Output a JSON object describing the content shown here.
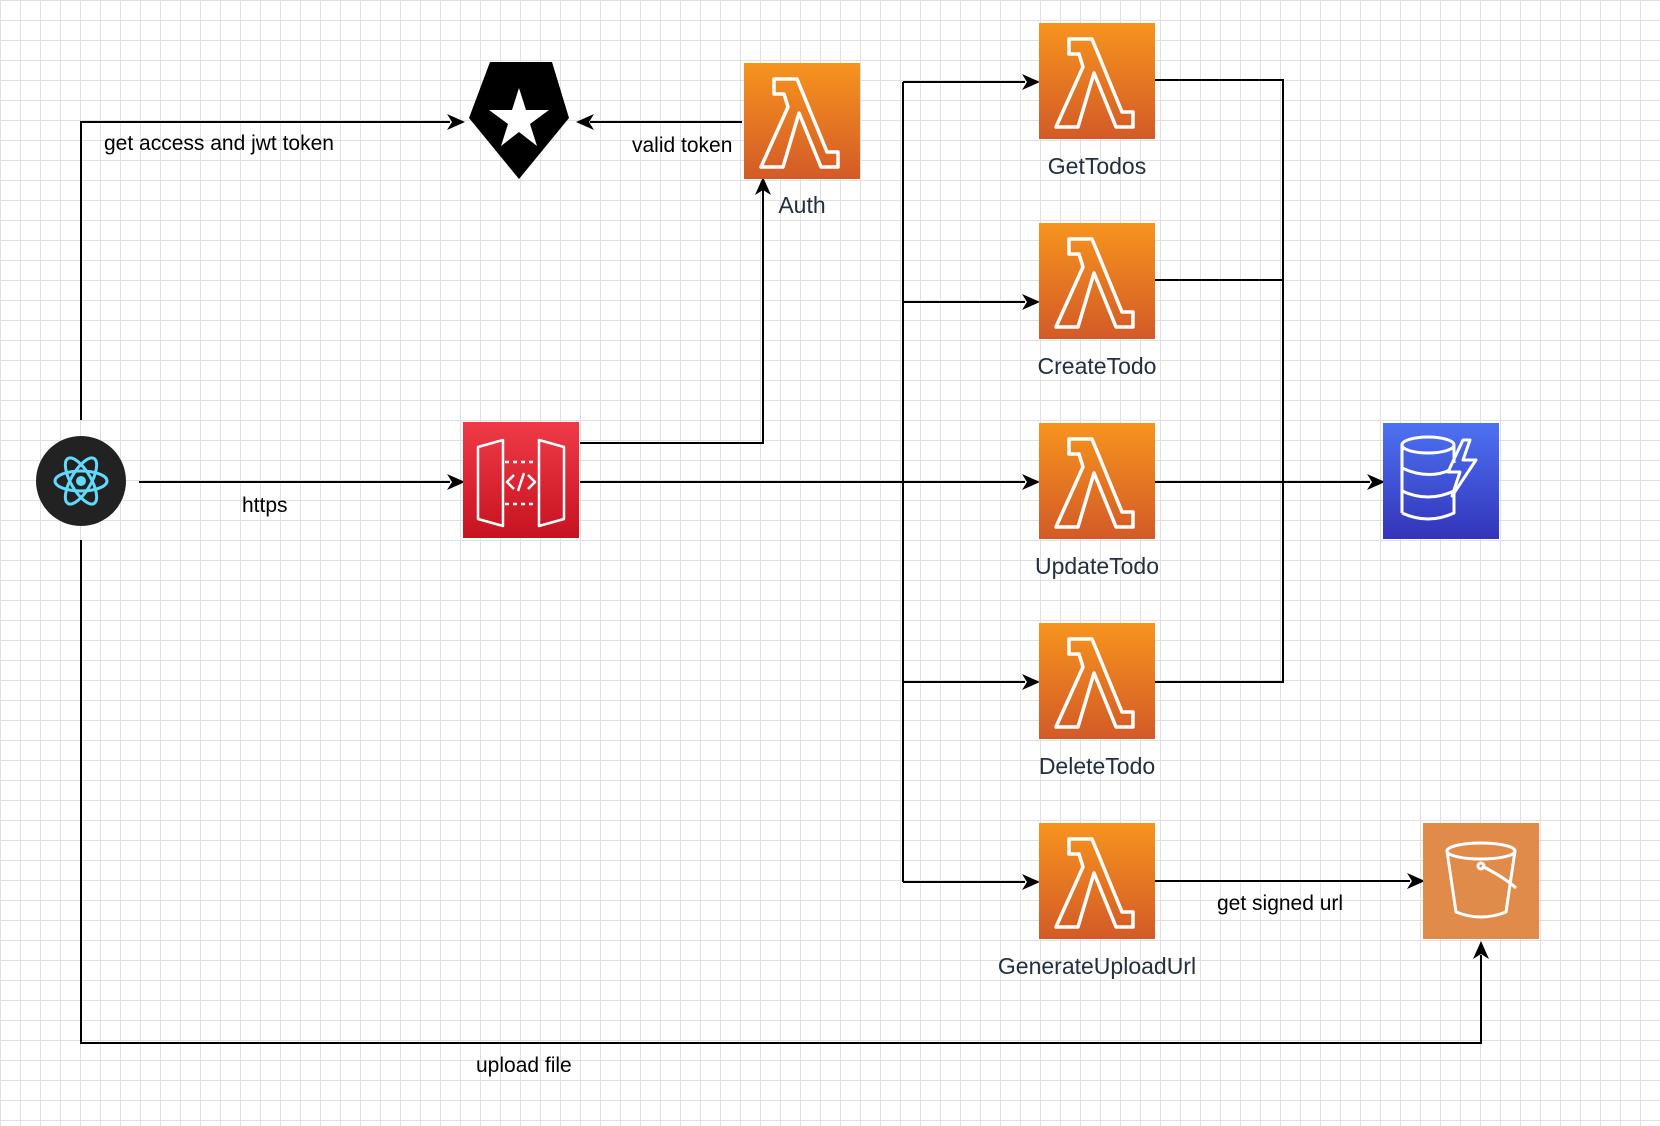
{
  "nodes": {
    "react_client": {
      "icon": "react-icon"
    },
    "auth0": {
      "icon": "auth0-shield-icon"
    },
    "api_gateway": {
      "icon": "api-gateway-icon"
    },
    "auth_lambda": {
      "label": "Auth",
      "icon": "lambda-icon"
    },
    "get_todos": {
      "label": "GetTodos",
      "icon": "lambda-icon"
    },
    "create_todo": {
      "label": "CreateTodo",
      "icon": "lambda-icon"
    },
    "update_todo": {
      "label": "UpdateTodo",
      "icon": "lambda-icon"
    },
    "delete_todo": {
      "label": "DeleteTodo",
      "icon": "lambda-icon"
    },
    "generate_upload_url": {
      "label": "GenerateUploadUrl",
      "icon": "lambda-icon"
    },
    "dynamodb": {
      "icon": "dynamodb-icon"
    },
    "s3_bucket": {
      "icon": "s3-bucket-icon"
    }
  },
  "edges": {
    "get_token": "get access and jwt token",
    "valid_token": "valid token",
    "https": "https",
    "signed_url": "get signed url",
    "upload_file": "upload file"
  },
  "colors": {
    "lambda_top": "#f7941e",
    "lambda_bottom": "#d35a27",
    "api_top": "#ef3a47",
    "api_bottom": "#c7131f",
    "dynamo_top": "#4d72f3",
    "dynamo_bottom": "#3334b9",
    "s3": "#e08b4a",
    "react_bg": "#222222",
    "react_accent": "#61dafb"
  }
}
